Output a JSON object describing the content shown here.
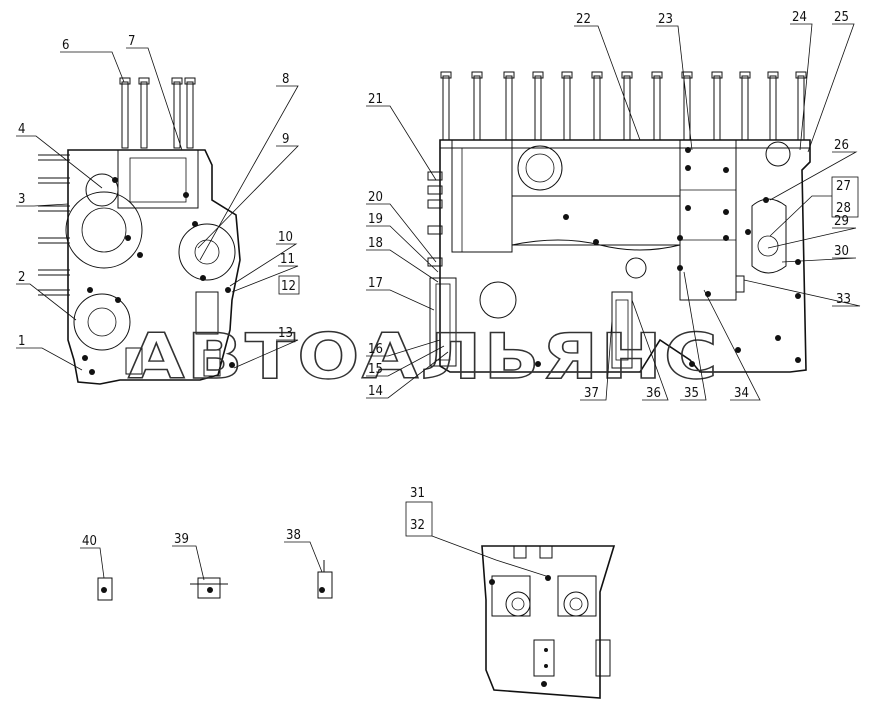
{
  "watermark": "АВТОАЛЬЯНС",
  "callouts": [
    "1",
    "2",
    "3",
    "4",
    "6",
    "7",
    "8",
    "9",
    "10",
    "11",
    "12",
    "13",
    "14",
    "15",
    "16",
    "17",
    "18",
    "19",
    "20",
    "21",
    "22",
    "23",
    "24",
    "25",
    "26",
    "27",
    "28",
    "29",
    "30",
    "31",
    "32",
    "33",
    "34",
    "35",
    "36",
    "37",
    "38",
    "39",
    "40"
  ]
}
